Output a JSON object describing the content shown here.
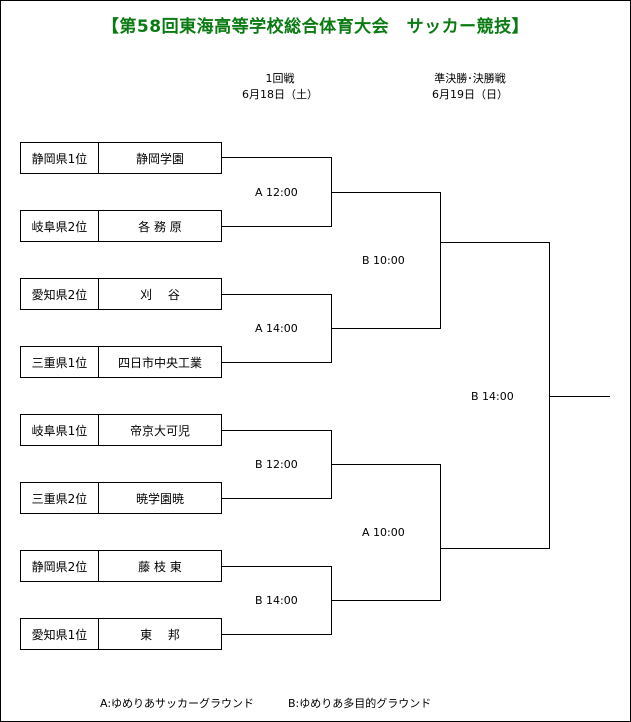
{
  "title": "【第58回東海高等学校総合体育大会　サッカー競技】",
  "headers": {
    "round1": {
      "name": "1回戦",
      "date": "6月18日（土）"
    },
    "final": {
      "name": "準決勝･決勝戦",
      "date": "6月19日（日）"
    }
  },
  "teams": [
    {
      "pref": "静岡県1位",
      "school": "静岡学園"
    },
    {
      "pref": "岐阜県2位",
      "school": "各 務 原"
    },
    {
      "pref": "愛知県2位",
      "school": "刈　 谷"
    },
    {
      "pref": "三重県1位",
      "school": "四日市中央工業"
    },
    {
      "pref": "岐阜県1位",
      "school": "帝京大可児"
    },
    {
      "pref": "三重県2位",
      "school": "暁学園暁"
    },
    {
      "pref": "静岡県2位",
      "school": "藤 枝 東"
    },
    {
      "pref": "愛知県1位",
      "school": "東　 邦"
    }
  ],
  "round1_matches": [
    "A  12:00",
    "A  14:00",
    "B  12:00",
    "B  14:00"
  ],
  "semi_matches": [
    "B  10:00",
    "A  10:00"
  ],
  "final_match": "B  14:00",
  "legend": {
    "a": "A:ゆめりあサッカーグラウンド",
    "b": "B:ゆめりあ多目的グラウンド"
  }
}
